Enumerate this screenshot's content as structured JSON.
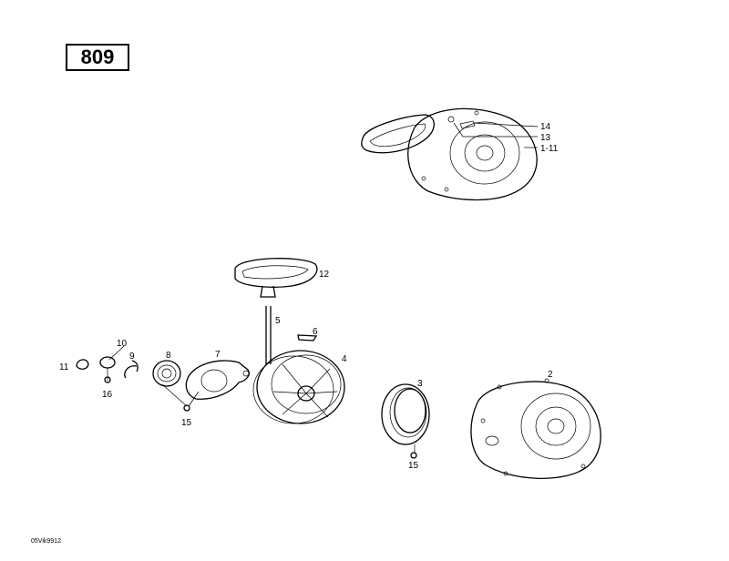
{
  "page_number": "809",
  "drawing_code": "05Vik9912",
  "callouts": [
    {
      "id": "c14",
      "text": "14"
    },
    {
      "id": "c13",
      "text": "13"
    },
    {
      "id": "c1-11",
      "text": "1-11"
    },
    {
      "id": "c12",
      "text": "12"
    },
    {
      "id": "c5",
      "text": "5"
    },
    {
      "id": "c6",
      "text": "6"
    },
    {
      "id": "c4",
      "text": "4"
    },
    {
      "id": "c7",
      "text": "7"
    },
    {
      "id": "c8",
      "text": "8"
    },
    {
      "id": "c9",
      "text": "9"
    },
    {
      "id": "c10",
      "text": "10"
    },
    {
      "id": "c11",
      "text": "11"
    },
    {
      "id": "c16",
      "text": "16"
    },
    {
      "id": "c15a",
      "text": "15"
    },
    {
      "id": "c3",
      "text": "3"
    },
    {
      "id": "c2",
      "text": "2"
    },
    {
      "id": "c15b",
      "text": "15"
    }
  ]
}
